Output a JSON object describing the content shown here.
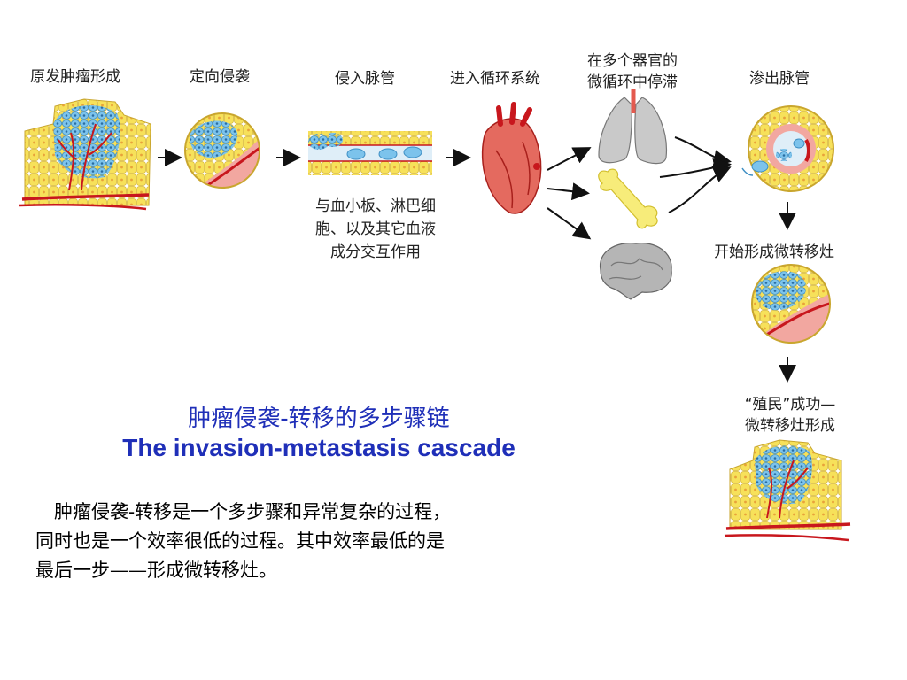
{
  "steps": {
    "primary": "原发肿瘤形成",
    "directed": "定向侵袭",
    "intravasation": "侵入脉管",
    "circulation": "进入循环系统",
    "arrest_line1": "在多个器官的",
    "arrest_line2": "微循环中停滞",
    "extravasation": "渗出脉管",
    "micromet": "开始形成微转移灶",
    "colon_line1": "“殖民”成功—",
    "colon_line2": "微转移灶形成"
  },
  "interaction_note": [
    "与血小板、淋巴细",
    "胞、以及其它血液",
    "成分交互作用"
  ],
  "title": {
    "cn": "肿瘤侵袭-转移的多步骤链",
    "en": "The invasion-metastasis cascade"
  },
  "paragraph": [
    "　肿瘤侵袭-转移是一个多步骤和异常复杂的过程，",
    "同时也是一个效率很低的过程。其中效率最低的是",
    "最后一步——形成微转移灶。"
  ],
  "colors": {
    "cell_yellow": "#f7e15a",
    "tumor_blue": "#6fb8e8",
    "vessel_red": "#c8171d",
    "stroma_pink": "#f2a7a0",
    "title_blue": "#1f2fb8"
  }
}
